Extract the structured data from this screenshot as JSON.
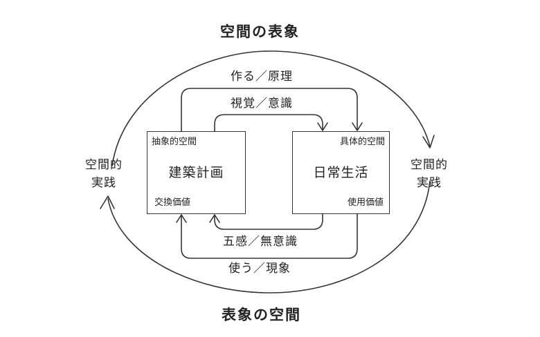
{
  "diagram": {
    "top_title": "空間の表象",
    "bottom_title": "表象の空間",
    "left_label_lines": [
      "空間的",
      "実践"
    ],
    "right_label_lines": [
      "空間的",
      "実践"
    ],
    "top_outer_arrow_label": "作る／原理",
    "top_inner_arrow_label": "視覚／意識",
    "bottom_inner_arrow_label": "五感／無意識",
    "bottom_outer_arrow_label": "使う／現象",
    "left_box": {
      "top_label": "抽象的空間",
      "center_label": "建築計画",
      "bottom_label": "交換価値"
    },
    "right_box": {
      "top_label": "具体的空間",
      "center_label": "日常生活",
      "bottom_label": "使用価値"
    }
  }
}
